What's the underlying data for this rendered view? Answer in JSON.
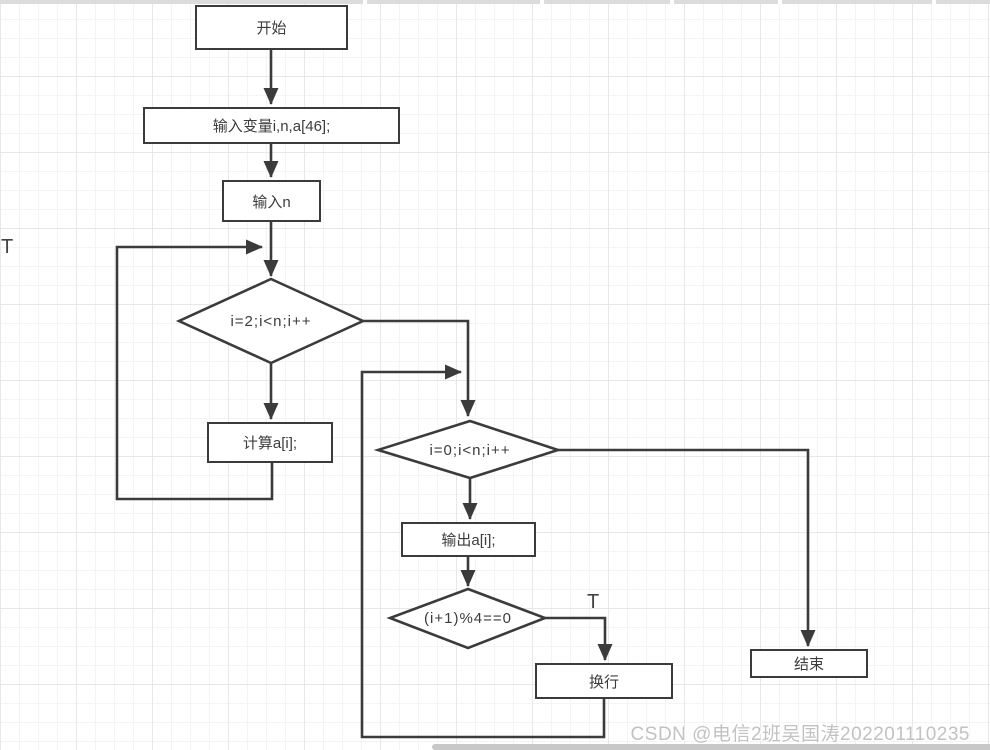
{
  "flowchart": {
    "nodes": {
      "start": {
        "label": "开始",
        "shape": "rect"
      },
      "input_vars": {
        "label": "输入变量i,n,a[46];",
        "shape": "rect"
      },
      "input_n": {
        "label": "输入n",
        "shape": "rect"
      },
      "outer_loop": {
        "label": "i=2;i<n;i++",
        "shape": "diamond"
      },
      "calc": {
        "label": "计算a[i];",
        "shape": "rect"
      },
      "inner_loop": {
        "label": "i=0;i<n;i++",
        "shape": "diamond"
      },
      "output": {
        "label": "输出a[i];",
        "shape": "rect"
      },
      "mod_check": {
        "label": "(i+1)%4==0",
        "shape": "diamond"
      },
      "newline": {
        "label": "换行",
        "shape": "rect"
      },
      "end": {
        "label": "结束",
        "shape": "rect"
      }
    },
    "branch_labels": {
      "outer_true": "T",
      "mod_true": "T"
    }
  },
  "watermark": {
    "text": "CSDN @电信2班吴国涛202201110235"
  },
  "colors": {
    "shape_border": "#3b3b3b",
    "shape_fill": "#ffffff",
    "text": "#3c3c3c",
    "grid_minor": "#f4f4f4",
    "grid_major": "#e8e8e8",
    "watermark": "#c2c2c2",
    "scrollbar": "#c8c8c8"
  }
}
